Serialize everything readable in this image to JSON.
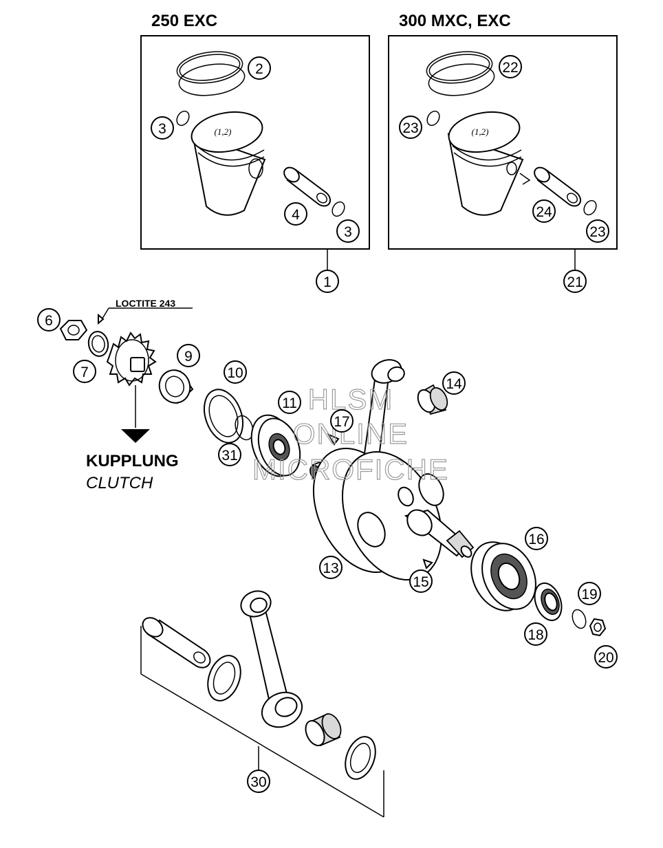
{
  "headers": {
    "left_title": "250 EXC",
    "right_title": "300 MXC, EXC"
  },
  "annotations": {
    "loctite": "LOCTITE 243",
    "kupplung": "KUPPLUNG",
    "clutch": "CLUTCH",
    "piston_marking": "(1,2)"
  },
  "watermark": {
    "line1": "HLSM",
    "line2": "ONLINE",
    "line3": "MICROFICHE"
  },
  "callouts": {
    "c1": "1",
    "c2": "2",
    "c3a": "3",
    "c3b": "3",
    "c4": "4",
    "c6": "6",
    "c7": "7",
    "c9": "9",
    "c10": "10",
    "c11": "11",
    "c13": "13",
    "c14": "14",
    "c15": "15",
    "c16": "16",
    "c17": "17",
    "c18": "18",
    "c19": "19",
    "c20": "20",
    "c21": "21",
    "c22": "22",
    "c23a": "23",
    "c23b": "23",
    "c24": "24",
    "c30": "30",
    "c31": "31"
  }
}
